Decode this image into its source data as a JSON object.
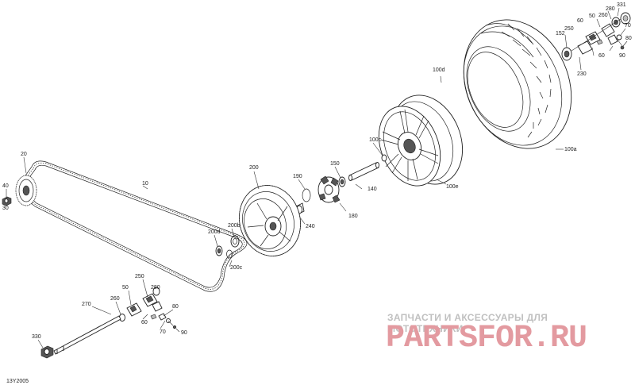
{
  "diagram": {
    "labels": [
      {
        "id": "331",
        "text": "331"
      },
      {
        "id": "280a",
        "text": "280"
      },
      {
        "id": "260a",
        "text": "260"
      },
      {
        "id": "50a",
        "text": "50"
      },
      {
        "id": "70a",
        "text": "70"
      },
      {
        "id": "80a",
        "text": "80"
      },
      {
        "id": "90a",
        "text": "90"
      },
      {
        "id": "60a",
        "text": "60"
      },
      {
        "id": "60b",
        "text": "60"
      },
      {
        "id": "152",
        "text": "152"
      },
      {
        "id": "250a",
        "text": "250"
      },
      {
        "id": "230",
        "text": "230"
      },
      {
        "id": "100d",
        "text": "100d"
      },
      {
        "id": "100a",
        "text": "100a"
      },
      {
        "id": "100c",
        "text": "100c"
      },
      {
        "id": "100e",
        "text": "100e"
      },
      {
        "id": "150",
        "text": "150"
      },
      {
        "id": "140",
        "text": "140"
      },
      {
        "id": "180",
        "text": "180"
      },
      {
        "id": "190",
        "text": "190"
      },
      {
        "id": "240",
        "text": "240"
      },
      {
        "id": "200",
        "text": "200"
      },
      {
        "id": "200d",
        "text": "200d"
      },
      {
        "id": "200b",
        "text": "200b"
      },
      {
        "id": "200c",
        "text": "200c"
      },
      {
        "id": "10",
        "text": "10"
      },
      {
        "id": "20",
        "text": "20"
      },
      {
        "id": "40",
        "text": "40"
      },
      {
        "id": "30",
        "text": "30"
      },
      {
        "id": "50b",
        "text": "50"
      },
      {
        "id": "250b",
        "text": "250"
      },
      {
        "id": "280b",
        "text": "280"
      },
      {
        "id": "260b",
        "text": "260"
      },
      {
        "id": "270",
        "text": "270"
      },
      {
        "id": "60c",
        "text": "60"
      },
      {
        "id": "80b",
        "text": "80"
      },
      {
        "id": "70b",
        "text": "70"
      },
      {
        "id": "90b",
        "text": "90"
      },
      {
        "id": "330",
        "text": "330"
      }
    ],
    "drawing_code": "13Y2005"
  },
  "watermark": {
    "tagline": "ЗАПЧАСТИ И АКСЕССУАРЫ ДЛЯ МОТОТЕХНИКИ",
    "brand": "PARTSFOR.RU"
  }
}
